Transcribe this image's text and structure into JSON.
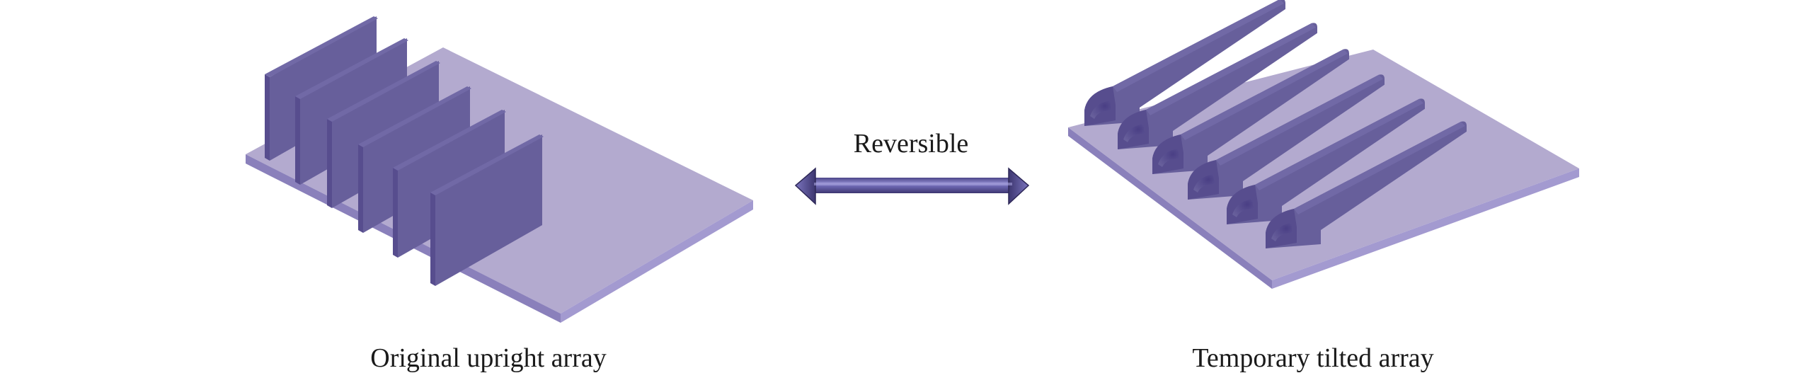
{
  "figure": {
    "left_panel": {
      "caption": "Original upright array",
      "state": "upright",
      "fin_count": 6
    },
    "transition": {
      "label": "Reversible",
      "arrow": "double-headed"
    },
    "right_panel": {
      "caption": "Temporary tilted array",
      "state": "tilted",
      "fin_count": 6
    }
  },
  "colors": {
    "fin": "#675f9b",
    "fin_edge": "#574d8e",
    "fin_top": "#7169a6",
    "base_top": "#b3aacf",
    "base_front": "#8a80bb",
    "base_side": "#a39ad0",
    "arrow": "#6c66b0",
    "arrow_dark": "#3d3670",
    "text": "#1a1a1a"
  }
}
